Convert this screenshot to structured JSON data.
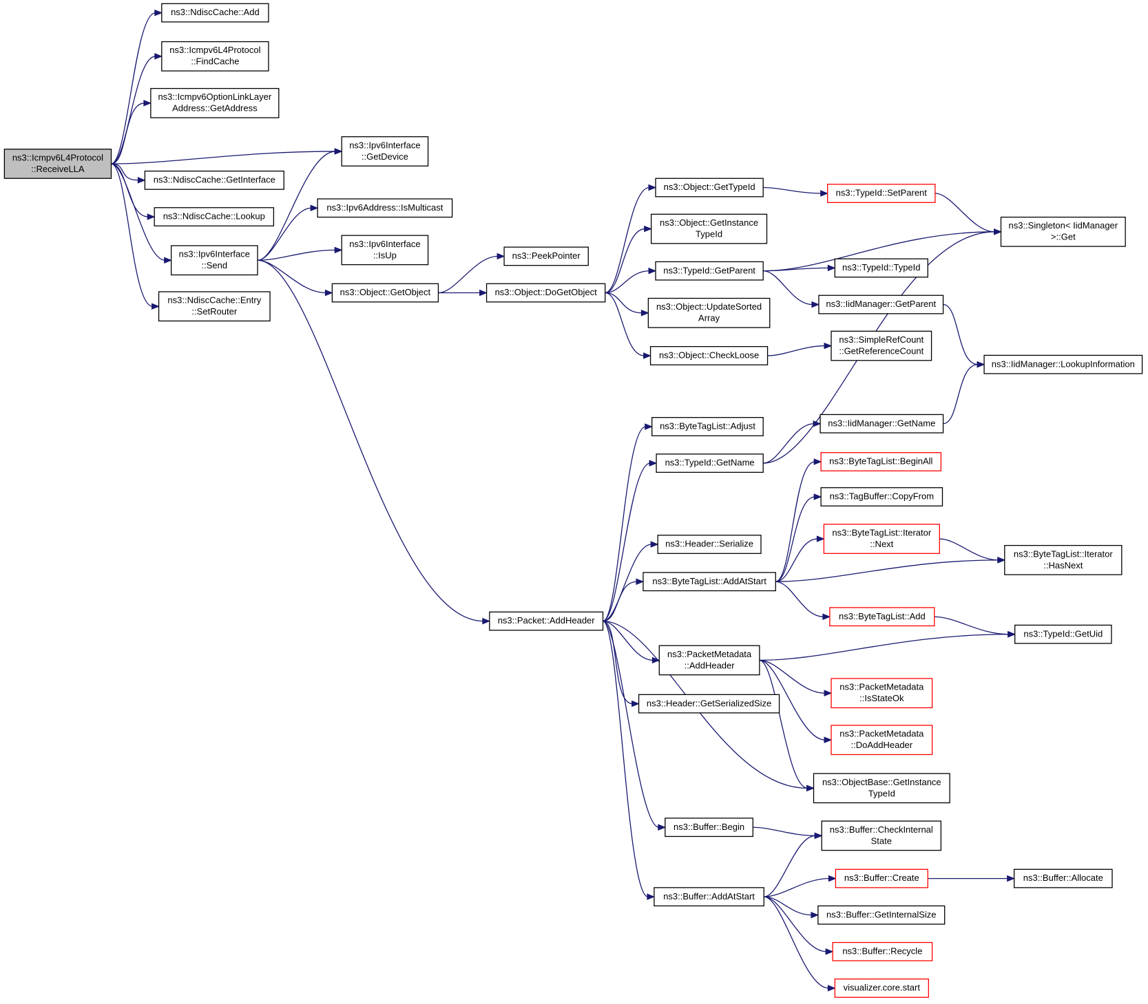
{
  "diagram": {
    "nodes": [
      {
        "id": "receive_lla",
        "lines": [
          "ns3::Icmpv6L4Protocol",
          "::ReceiveLLA"
        ],
        "style": "root"
      },
      {
        "id": "ndisc_add",
        "lines": [
          "ns3::NdiscCache::Add"
        ],
        "style": "normal"
      },
      {
        "id": "find_cache",
        "lines": [
          "ns3::Icmpv6L4Protocol",
          "::FindCache"
        ],
        "style": "normal"
      },
      {
        "id": "opt_get_address",
        "lines": [
          "ns3::Icmpv6OptionLinkLayer",
          "Address::GetAddress"
        ],
        "style": "normal"
      },
      {
        "id": "ipv6if_get_device",
        "lines": [
          "ns3::Ipv6Interface",
          "::GetDevice"
        ],
        "style": "normal"
      },
      {
        "id": "ndisc_get_interface",
        "lines": [
          "ns3::NdiscCache::GetInterface"
        ],
        "style": "normal"
      },
      {
        "id": "ndisc_lookup",
        "lines": [
          "ns3::NdiscCache::Lookup"
        ],
        "style": "normal"
      },
      {
        "id": "ipv6if_send",
        "lines": [
          "ns3::Ipv6Interface",
          "::Send"
        ],
        "style": "normal"
      },
      {
        "id": "entry_set_router",
        "lines": [
          "ns3::NdiscCache::Entry",
          "::SetRouter"
        ],
        "style": "normal"
      },
      {
        "id": "ipv6addr_is_multicast",
        "lines": [
          "ns3::Ipv6Address::IsMulticast"
        ],
        "style": "normal"
      },
      {
        "id": "ipv6if_is_up",
        "lines": [
          "ns3::Ipv6Interface",
          "::IsUp"
        ],
        "style": "normal"
      },
      {
        "id": "object_get_object",
        "lines": [
          "ns3::Object::GetObject"
        ],
        "style": "normal"
      },
      {
        "id": "peek_pointer",
        "lines": [
          "ns3::PeekPointer"
        ],
        "style": "normal"
      },
      {
        "id": "object_do_get_object",
        "lines": [
          "ns3::Object::DoGetObject"
        ],
        "style": "normal"
      },
      {
        "id": "object_get_type_id",
        "lines": [
          "ns3::Object::GetTypeId"
        ],
        "style": "normal"
      },
      {
        "id": "object_get_instance_type_id",
        "lines": [
          "ns3::Object::GetInstance",
          "TypeId"
        ],
        "style": "normal"
      },
      {
        "id": "typeid_get_parent",
        "lines": [
          "ns3::TypeId::GetParent"
        ],
        "style": "normal"
      },
      {
        "id": "object_update_sorted_array",
        "lines": [
          "ns3::Object::UpdateSorted",
          "Array"
        ],
        "style": "normal"
      },
      {
        "id": "object_check_loose",
        "lines": [
          "ns3::Object::CheckLoose"
        ],
        "style": "normal"
      },
      {
        "id": "typeid_set_parent",
        "lines": [
          "ns3::TypeId::SetParent"
        ],
        "style": "red"
      },
      {
        "id": "typeid_typeid",
        "lines": [
          "ns3::TypeId::TypeId"
        ],
        "style": "normal"
      },
      {
        "id": "iidmanager_get_parent",
        "lines": [
          "ns3::IidManager::GetParent"
        ],
        "style": "normal"
      },
      {
        "id": "simple_ref_count",
        "lines": [
          "ns3::SimpleRefCount",
          "::GetReferenceCount"
        ],
        "style": "normal"
      },
      {
        "id": "singleton_get",
        "lines": [
          "ns3::Singleton< IidManager",
          ">::Get"
        ],
        "style": "normal"
      },
      {
        "id": "iidmanager_lookup_information",
        "lines": [
          "ns3::IidManager::LookupInformation"
        ],
        "style": "normal"
      },
      {
        "id": "packet_add_header",
        "lines": [
          "ns3::Packet::AddHeader"
        ],
        "style": "normal"
      },
      {
        "id": "bytetaglist_adjust",
        "lines": [
          "ns3::ByteTagList::Adjust"
        ],
        "style": "normal"
      },
      {
        "id": "typeid_get_name",
        "lines": [
          "ns3::TypeId::GetName"
        ],
        "style": "normal"
      },
      {
        "id": "iidmanager_get_name",
        "lines": [
          "ns3::IidManager::GetName"
        ],
        "style": "normal"
      },
      {
        "id": "header_serialize",
        "lines": [
          "ns3::Header::Serialize"
        ],
        "style": "normal"
      },
      {
        "id": "bytetaglist_add_at_start",
        "lines": [
          "ns3::ByteTagList::AddAtStart"
        ],
        "style": "normal"
      },
      {
        "id": "bytetaglist_begin_all",
        "lines": [
          "ns3::ByteTagList::BeginAll"
        ],
        "style": "red"
      },
      {
        "id": "tagbuffer_copy_from",
        "lines": [
          "ns3::TagBuffer::CopyFrom"
        ],
        "style": "normal"
      },
      {
        "id": "iterator_next",
        "lines": [
          "ns3::ByteTagList::Iterator",
          "::Next"
        ],
        "style": "red"
      },
      {
        "id": "iterator_has_next",
        "lines": [
          "ns3::ByteTagList::Iterator",
          "::HasNext"
        ],
        "style": "normal"
      },
      {
        "id": "bytetaglist_add",
        "lines": [
          "ns3::ByteTagList::Add"
        ],
        "style": "red"
      },
      {
        "id": "typeid_get_uid",
        "lines": [
          "ns3::TypeId::GetUid"
        ],
        "style": "normal"
      },
      {
        "id": "packetmetadata_add_header",
        "lines": [
          "ns3::PacketMetadata",
          "::AddHeader"
        ],
        "style": "normal"
      },
      {
        "id": "packetmetadata_is_state_ok",
        "lines": [
          "ns3::PacketMetadata",
          "::IsStateOk"
        ],
        "style": "red"
      },
      {
        "id": "packetmetadata_do_add_header",
        "lines": [
          "ns3::PacketMetadata",
          "::DoAddHeader"
        ],
        "style": "red"
      },
      {
        "id": "header_get_serialized_size",
        "lines": [
          "ns3::Header::GetSerializedSize"
        ],
        "style": "normal"
      },
      {
        "id": "objectbase_get_instance_type_id",
        "lines": [
          "ns3::ObjectBase::GetInstance",
          "TypeId"
        ],
        "style": "normal"
      },
      {
        "id": "buffer_begin",
        "lines": [
          "ns3::Buffer::Begin"
        ],
        "style": "normal"
      },
      {
        "id": "buffer_check_internal_state",
        "lines": [
          "ns3::Buffer::CheckInternal",
          "State"
        ],
        "style": "normal"
      },
      {
        "id": "buffer_add_at_start",
        "lines": [
          "ns3::Buffer::AddAtStart"
        ],
        "style": "normal"
      },
      {
        "id": "buffer_create",
        "lines": [
          "ns3::Buffer::Create"
        ],
        "style": "red"
      },
      {
        "id": "buffer_allocate",
        "lines": [
          "ns3::Buffer::Allocate"
        ],
        "style": "normal"
      },
      {
        "id": "buffer_get_internal_size",
        "lines": [
          "ns3::Buffer::GetInternalSize"
        ],
        "style": "normal"
      },
      {
        "id": "buffer_recycle",
        "lines": [
          "ns3::Buffer::Recycle"
        ],
        "style": "red"
      },
      {
        "id": "visualizer_core_start",
        "lines": [
          "visualizer.core.start"
        ],
        "style": "red"
      }
    ],
    "edges": [
      [
        "receive_lla",
        "ndisc_add"
      ],
      [
        "receive_lla",
        "find_cache"
      ],
      [
        "receive_lla",
        "opt_get_address"
      ],
      [
        "receive_lla",
        "ipv6if_get_device"
      ],
      [
        "receive_lla",
        "ndisc_get_interface"
      ],
      [
        "receive_lla",
        "ndisc_lookup"
      ],
      [
        "receive_lla",
        "ipv6if_send"
      ],
      [
        "receive_lla",
        "entry_set_router"
      ],
      [
        "ipv6if_send",
        "ipv6if_get_device"
      ],
      [
        "ipv6if_send",
        "ipv6addr_is_multicast"
      ],
      [
        "ipv6if_send",
        "ipv6if_is_up"
      ],
      [
        "ipv6if_send",
        "object_get_object"
      ],
      [
        "ipv6if_send",
        "packet_add_header"
      ],
      [
        "object_get_object",
        "peek_pointer"
      ],
      [
        "object_get_object",
        "object_do_get_object"
      ],
      [
        "object_do_get_object",
        "object_get_type_id"
      ],
      [
        "object_do_get_object",
        "object_get_instance_type_id"
      ],
      [
        "object_do_get_object",
        "typeid_get_parent"
      ],
      [
        "object_do_get_object",
        "object_update_sorted_array"
      ],
      [
        "object_do_get_object",
        "object_check_loose"
      ],
      [
        "object_get_type_id",
        "typeid_set_parent"
      ],
      [
        "typeid_set_parent",
        "singleton_get"
      ],
      [
        "typeid_get_parent",
        "singleton_get"
      ],
      [
        "typeid_get_parent",
        "typeid_typeid"
      ],
      [
        "typeid_get_parent",
        "iidmanager_get_parent"
      ],
      [
        "iidmanager_get_parent",
        "iidmanager_lookup_information"
      ],
      [
        "object_check_loose",
        "simple_ref_count"
      ],
      [
        "packet_add_header",
        "bytetaglist_adjust"
      ],
      [
        "packet_add_header",
        "typeid_get_name"
      ],
      [
        "packet_add_header",
        "header_serialize"
      ],
      [
        "packet_add_header",
        "bytetaglist_add_at_start"
      ],
      [
        "packet_add_header",
        "packetmetadata_add_header"
      ],
      [
        "packet_add_header",
        "header_get_serialized_size"
      ],
      [
        "packet_add_header",
        "objectbase_get_instance_type_id"
      ],
      [
        "packet_add_header",
        "buffer_begin"
      ],
      [
        "packet_add_header",
        "buffer_add_at_start"
      ],
      [
        "typeid_get_name",
        "singleton_get"
      ],
      [
        "typeid_get_name",
        "iidmanager_get_name"
      ],
      [
        "iidmanager_get_name",
        "iidmanager_lookup_information"
      ],
      [
        "bytetaglist_add_at_start",
        "bytetaglist_begin_all"
      ],
      [
        "bytetaglist_add_at_start",
        "tagbuffer_copy_from"
      ],
      [
        "bytetaglist_add_at_start",
        "iterator_next"
      ],
      [
        "bytetaglist_add_at_start",
        "iterator_has_next"
      ],
      [
        "bytetaglist_add_at_start",
        "bytetaglist_add"
      ],
      [
        "iterator_next",
        "iterator_has_next"
      ],
      [
        "bytetaglist_add",
        "typeid_get_uid"
      ],
      [
        "packetmetadata_add_header",
        "typeid_get_uid"
      ],
      [
        "packetmetadata_add_header",
        "packetmetadata_is_state_ok"
      ],
      [
        "packetmetadata_add_header",
        "packetmetadata_do_add_header"
      ],
      [
        "packetmetadata_add_header",
        "objectbase_get_instance_type_id"
      ],
      [
        "buffer_begin",
        "buffer_check_internal_state"
      ],
      [
        "buffer_add_at_start",
        "buffer_check_internal_state"
      ],
      [
        "buffer_add_at_start",
        "buffer_create"
      ],
      [
        "buffer_add_at_start",
        "buffer_get_internal_size"
      ],
      [
        "buffer_add_at_start",
        "buffer_recycle"
      ],
      [
        "buffer_add_at_start",
        "visualizer_core_start"
      ],
      [
        "buffer_create",
        "buffer_allocate"
      ]
    ]
  }
}
